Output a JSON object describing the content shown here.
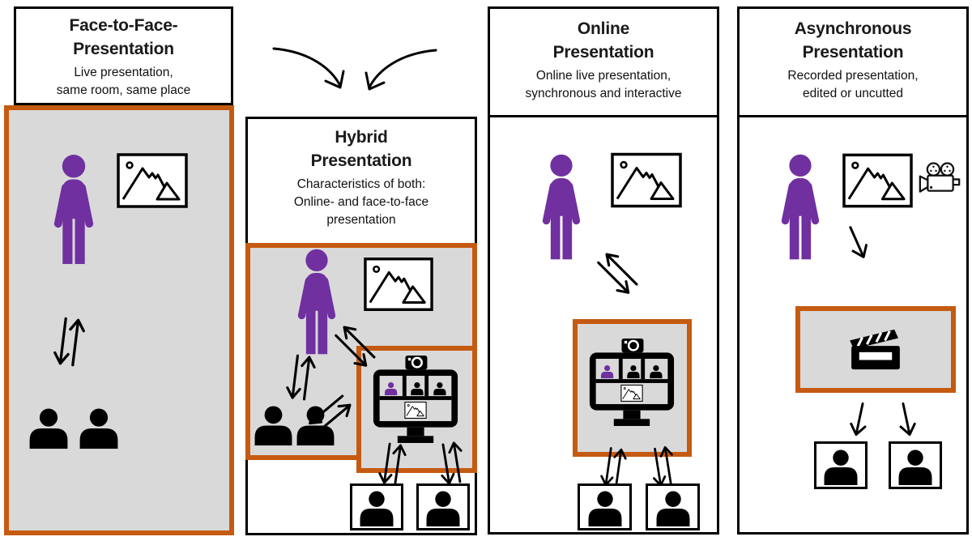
{
  "colors": {
    "presenter_purple": "#7030A0",
    "highlight_orange": "#C55A11",
    "room_gray": "#D9D9D9",
    "line_black": "#000000",
    "background": "#FFFFFF"
  },
  "panels": [
    {
      "id": "face-to-face",
      "title_line1": "Face-to-Face-",
      "title_line2": "Presentation",
      "subtitle_line1": "Live presentation,",
      "subtitle_line2": "same room, same place"
    },
    {
      "id": "hybrid",
      "title_line1": "Hybrid",
      "title_line2": "Presentation",
      "subtitle_line1": "Characteristics of both:",
      "subtitle_line2": "Online- and face-to-face",
      "subtitle_line3": "presentation"
    },
    {
      "id": "online",
      "title_line1": "Online",
      "title_line2": "Presentation",
      "subtitle_line1": "Online live presentation,",
      "subtitle_line2": "synchronous and interactive"
    },
    {
      "id": "asynchronous",
      "title_line1": "Asynchronous",
      "title_line2": "Presentation",
      "subtitle_line1": "Recorded presentation,",
      "subtitle_line2": "edited or uncutted"
    }
  ],
  "icons": {
    "presenter": "standing-person-icon",
    "audience_member": "person-bust-icon",
    "slide": "picture-frame-mountains-icon",
    "video_call_screen": "monitor-with-webcam-and-participants-icon",
    "recording_camera": "movie-camera-icon",
    "recorded_video": "clapperboard-icon",
    "two_way_interaction": "double-arrow-icon",
    "one_way_flow": "single-arrow-icon",
    "merge_into_hybrid": "curved-arrows-icon"
  }
}
